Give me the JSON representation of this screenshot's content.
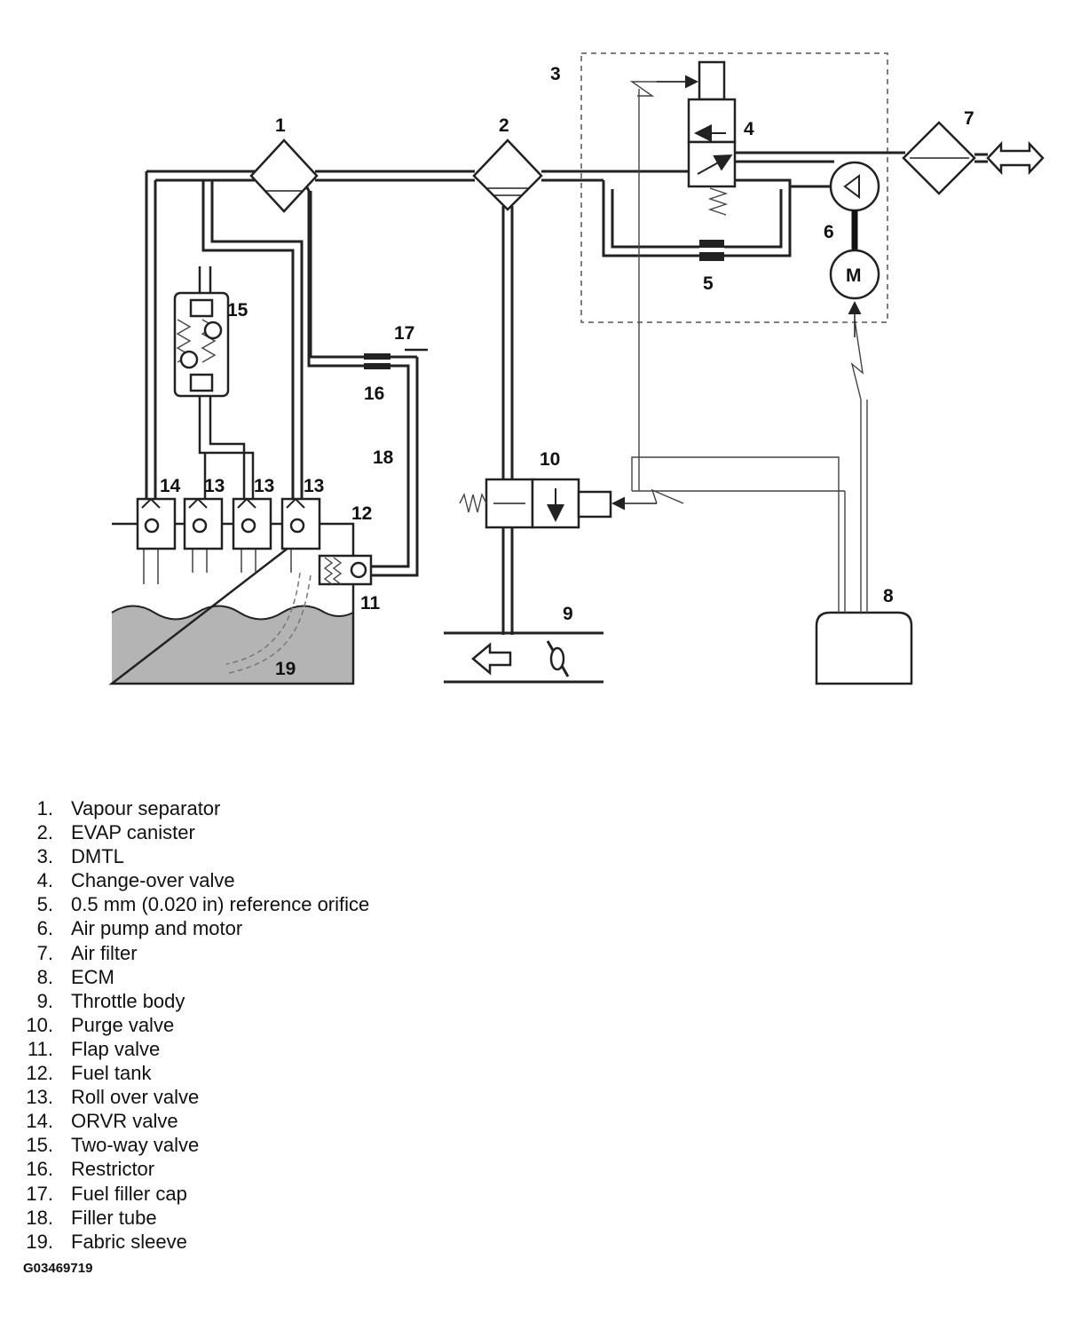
{
  "callouts": [
    "1",
    "2",
    "3",
    "4",
    "5",
    "6",
    "7",
    "8",
    "9",
    "10",
    "11",
    "12",
    "13",
    "13",
    "13",
    "14",
    "15",
    "16",
    "17",
    "18",
    "19"
  ],
  "motor_label": "M",
  "legend": [
    {
      "num": "1.",
      "text": "Vapour separator"
    },
    {
      "num": "2.",
      "text": "EVAP canister"
    },
    {
      "num": "3.",
      "text": "DMTL"
    },
    {
      "num": "4.",
      "text": "Change-over valve"
    },
    {
      "num": "5.",
      "text": "0.5 mm (0.020 in) reference orifice"
    },
    {
      "num": "6.",
      "text": "Air pump and motor"
    },
    {
      "num": "7.",
      "text": "Air filter"
    },
    {
      "num": "8.",
      "text": "ECM"
    },
    {
      "num": "9.",
      "text": "Throttle body"
    },
    {
      "num": "10.",
      "text": "Purge valve"
    },
    {
      "num": "11.",
      "text": "Flap valve"
    },
    {
      "num": "12.",
      "text": "Fuel tank"
    },
    {
      "num": "13.",
      "text": "Roll over valve"
    },
    {
      "num": "14.",
      "text": "ORVR valve"
    },
    {
      "num": "15.",
      "text": "Two-way valve"
    },
    {
      "num": "16.",
      "text": "Restrictor"
    },
    {
      "num": "17.",
      "text": "Fuel filler cap"
    },
    {
      "num": "18.",
      "text": "Filler tube"
    },
    {
      "num": "19.",
      "text": "Fabric sleeve"
    }
  ],
  "figure_id": "G03469719",
  "colors": {
    "line": "#222222",
    "fuel": "#b4b4b4",
    "background": "#ffffff"
  }
}
